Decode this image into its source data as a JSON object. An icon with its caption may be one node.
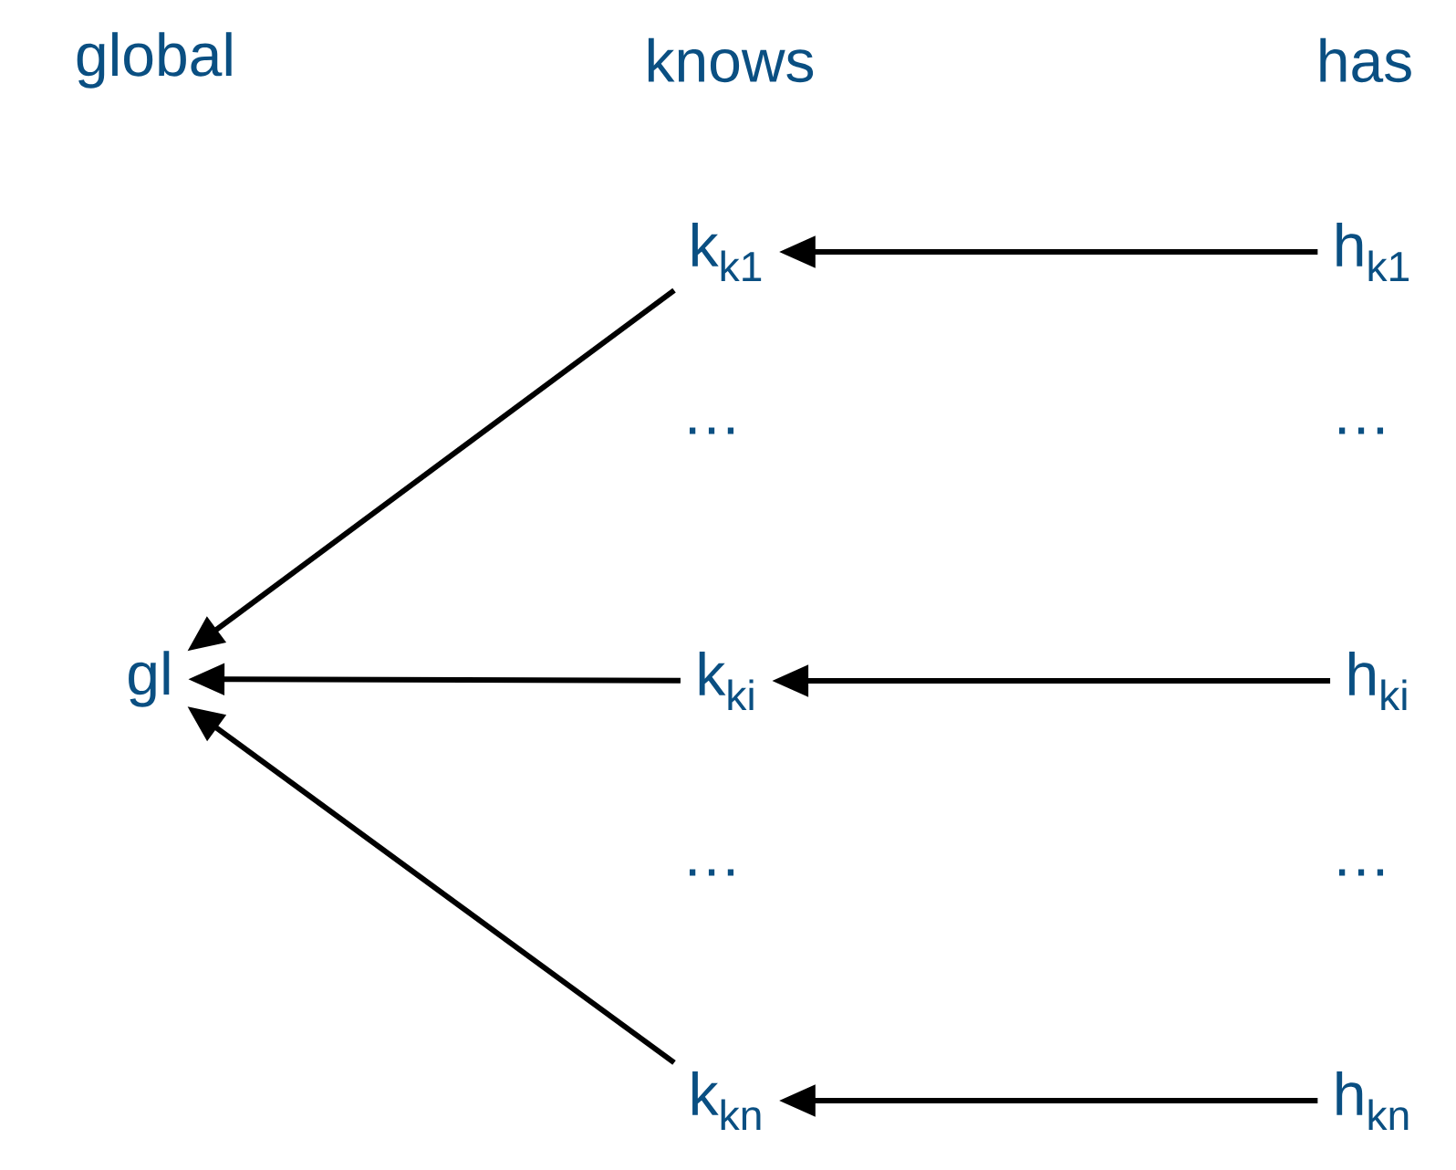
{
  "diagram": {
    "nodes": [
      {
        "text": [
          "gl"
        ]
      },
      {
        "text": [
          "k$_{k1}$"
        ]
      },
      {
        "text": [
          "k$_{ki}$"
        ]
      },
      {
        "text": [
          "k$_{kn}$"
        ]
      },
      {
        "text": [
          "h$_{k1}$"
        ]
      },
      {
        "text": [
          "h$_{ki}$"
        ]
      },
      {
        "text": [
          "h$_{kn}$"
        ]
      }
    ],
    "edges": [
      {
        "from": 4,
        "to": 1,
        "arrow": "to"
      },
      {
        "from": 5,
        "to": 2,
        "arrow": "to"
      },
      {
        "from": 6,
        "to": 3,
        "arrow": "to"
      },
      {
        "from": 1,
        "to": 0,
        "arrow": "to"
      },
      {
        "from": 2,
        "to": 0,
        "arrow": "to"
      },
      {
        "from": 3,
        "to": 0,
        "arrow": "to"
      }
    ],
    "labels": [
      "global",
      "knows",
      "has",
      "…",
      "…",
      "…",
      "…"
    ]
  }
}
